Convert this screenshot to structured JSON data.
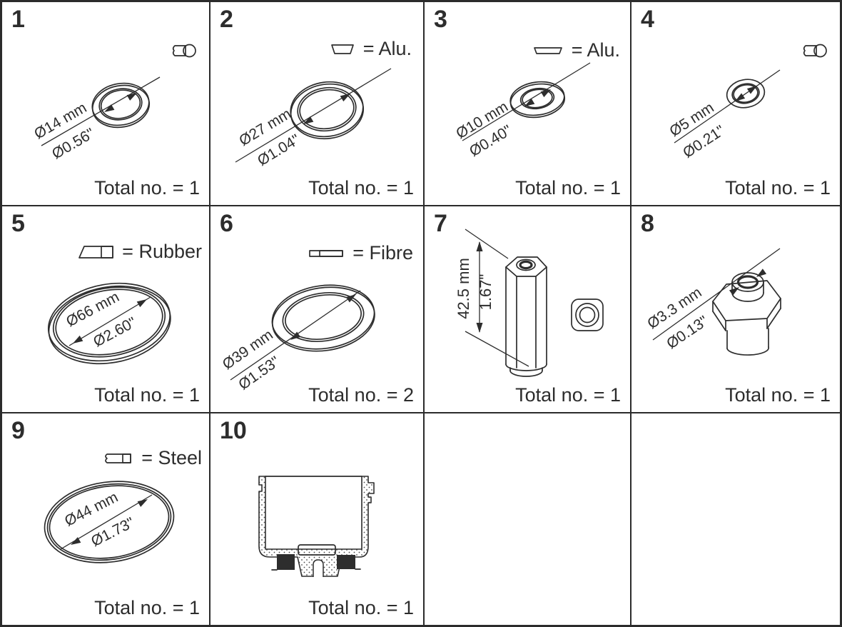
{
  "colors": {
    "ink": "#2d2d2d",
    "background": "#ffffff"
  },
  "panels": [
    {
      "number": "1",
      "corner_icon": "o-ring-cross-section",
      "dim_mm": "Ø14 mm",
      "dim_inch": "Ø0.56\"",
      "total": "Total no. = 1"
    },
    {
      "number": "2",
      "legend_icon": "alu-washer-section",
      "legend_label": "= Alu.",
      "dim_mm": "Ø27 mm",
      "dim_inch": "Ø1.04\"",
      "total": "Total no. = 1"
    },
    {
      "number": "3",
      "legend_icon": "alu-flat-washer-section",
      "legend_label": "= Alu.",
      "dim_mm": "Ø10 mm",
      "dim_inch": "Ø0.40\"",
      "total": "Total no. = 1"
    },
    {
      "number": "4",
      "corner_icon": "o-ring-cross-section",
      "dim_mm": "Ø5 mm",
      "dim_inch": "Ø0.21\"",
      "total": "Total no. = 1"
    },
    {
      "number": "5",
      "legend_icon": "rubber-section",
      "legend_label": "= Rubber",
      "dim_mm": "Ø66 mm",
      "dim_inch": "Ø2.60\"",
      "total": "Total no. = 1"
    },
    {
      "number": "6",
      "legend_icon": "fibre-section",
      "legend_label": "= Fibre",
      "dim_mm": "Ø39 mm",
      "dim_inch": "Ø1.53\"",
      "total": "Total no. = 2"
    },
    {
      "number": "7",
      "dim_mm": "42.5 mm",
      "dim_inch": "1.67\"",
      "total": "Total no. = 1"
    },
    {
      "number": "8",
      "dim_mm": "Ø3.3 mm",
      "dim_inch": "Ø0.13\"",
      "total": "Total no. = 1"
    },
    {
      "number": "9",
      "legend_icon": "steel-section",
      "legend_label": "= Steel",
      "dim_mm": "Ø44 mm",
      "dim_inch": "Ø1.73\"",
      "total": "Total no. = 1"
    },
    {
      "number": "10",
      "total": "Total no. = 1"
    }
  ]
}
